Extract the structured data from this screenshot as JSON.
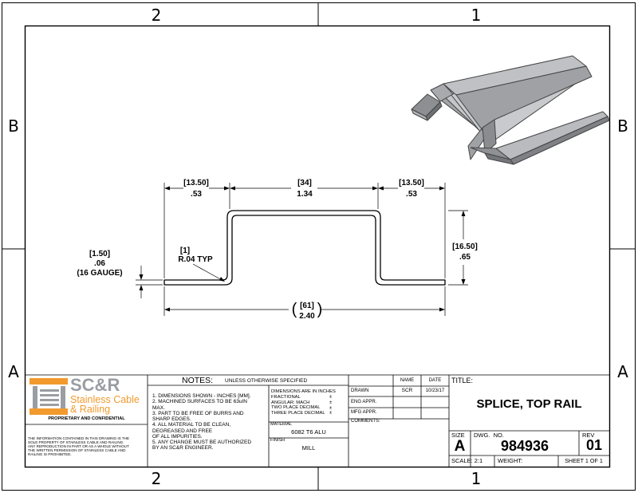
{
  "zones": {
    "top": [
      "2",
      "1"
    ],
    "bottom": [
      "2",
      "1"
    ],
    "left": [
      "B",
      "A"
    ],
    "right": [
      "B",
      "A"
    ]
  },
  "dimensions": {
    "left_flange": {
      "mm": "[13.50]",
      "in": ".53"
    },
    "top_width": {
      "mm": "[34]",
      "in": "1.34"
    },
    "right_flange": {
      "mm": "[13.50]",
      "in": ".53"
    },
    "height": {
      "mm": "[16.50]",
      "in": ".65"
    },
    "thickness": {
      "mm": "[1.50]",
      "in": ".06",
      "note": "(16 GAUGE)"
    },
    "radius": {
      "mm": "[1]",
      "note": "R.04 TYP"
    },
    "overall": {
      "open": "(",
      "mm": "[61]",
      "in": "2.40",
      "close": ")"
    }
  },
  "logo": {
    "mark": "SC&R",
    "line1": "Stainless Cable",
    "line2": "& Railing",
    "colors": {
      "grey": "#9a9ea3",
      "orange": "#f29a2e"
    }
  },
  "proprietary": {
    "title": "PROPRIETARY AND CONFIDENTIAL",
    "text": "THE INFORMATION CONTAINED IN THIS DRAWING IS THE\nSOLE PROPERTY OF STAINLESS CABLE AND RAILING.\nANY REPRODUCTION IN PART OR AS A WHOLE WITHOUT\nTHE WRITTEN PERMISSION OF STAINLESS CABLE AND\nRAILING IS PROHIBITED."
  },
  "notes": {
    "header": "NOTES:",
    "unless": "UNLESS OTHERWISE SPECIFIED",
    "items": "1. DIMENSIONS SHOWN - INCHES [MM].\n2. MACHINED SURFACES TO BE 63uIN\nMAX.\n3. PART TO BE FREE OF BURRS AND\nSHARP EDGES.\n4. ALL MATERIAL TO BE CLEAN,\nDEGREASED AND FREE\nOF ALL IMPURITIES.\n5. ANY CHANGE MUST BE AUTHORIZED\nBY AN SC&R ENGINEER."
  },
  "tolerances": {
    "text": "DIMENSIONS ARE IN INCHES\nFRACTIONAL\nANGULAR: MACH\nTWO PLACE DECIMAL\nTHREE PLACE DECIMAL",
    "pm": "±\n±\n±\n±"
  },
  "material": {
    "label": "MATERIAL",
    "value": "6082 T6 ALU"
  },
  "finish": {
    "label": "FINISH",
    "value": "MILL"
  },
  "approvals": {
    "name_header": "NAME",
    "date_header": "DATE",
    "drawn": "DRAWN",
    "drawn_name": "SCR",
    "drawn_date": "10/23/17",
    "eng": "ENG APPR.",
    "mfg": "MFG APPR.",
    "comments": "COMMENTS:"
  },
  "title_block": {
    "title_label": "TITLE:",
    "title": "SPLICE, TOP RAIL",
    "size_label": "SIZE",
    "size": "A",
    "dwg_label": "DWG.  NO.",
    "dwg_no": "984936",
    "rev_label": "REV",
    "rev": "01",
    "scale": "SCALE: 2:1",
    "weight": "WEIGHT:",
    "sheet": "SHEET 1 OF 1"
  }
}
